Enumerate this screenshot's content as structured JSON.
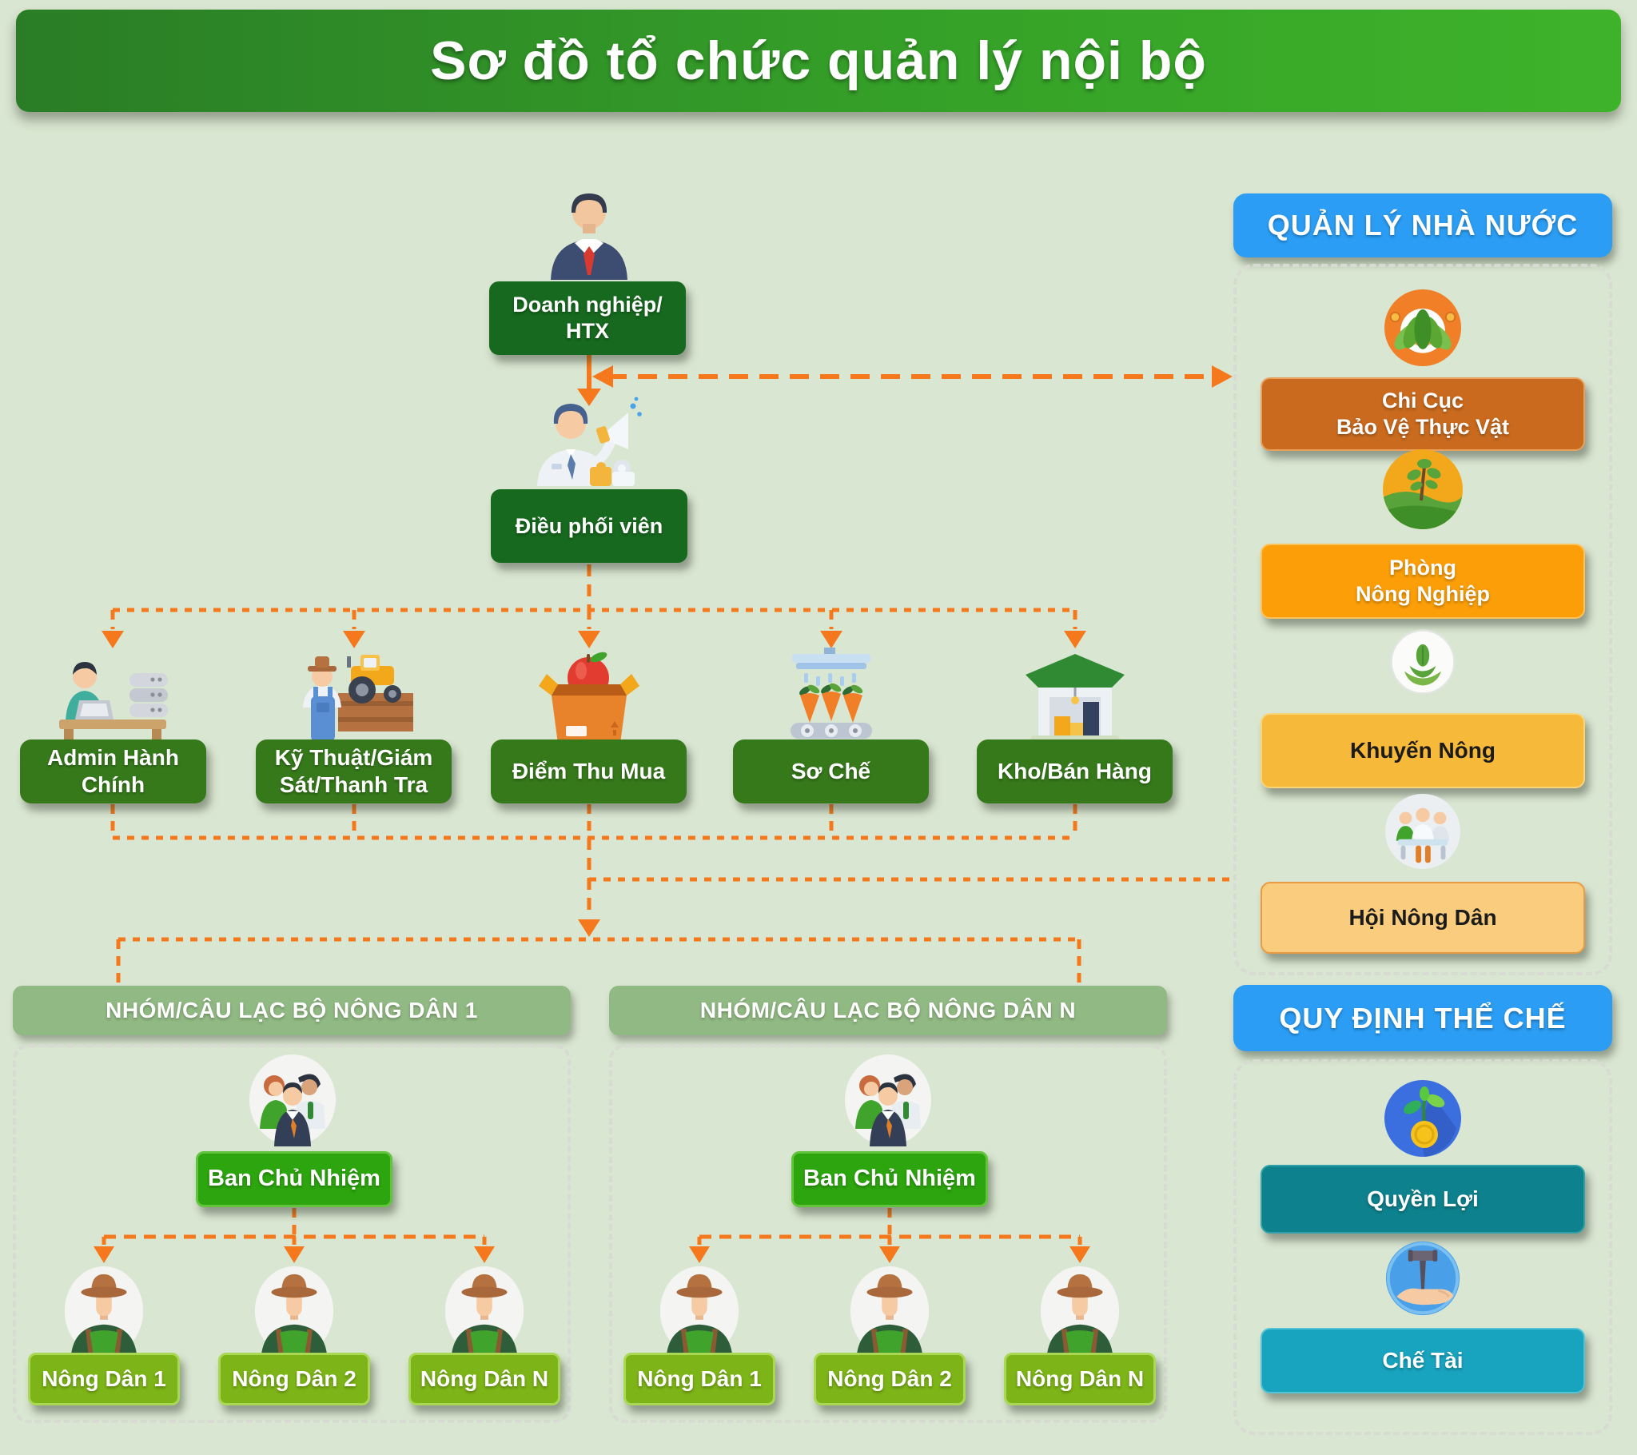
{
  "header": {
    "title": "Sơ đồ tổ chức quản lý nội bộ"
  },
  "flow": {
    "company": {
      "label": "Doanh nghiệp/\nHTX",
      "icon": "businessman-icon"
    },
    "coordinator": {
      "label": "Điều phối viên",
      "icon": "coordinator-icon"
    },
    "departments": [
      {
        "label": "Admin Hành\nChính",
        "icon": "admin-desk-icon"
      },
      {
        "label": "Kỹ Thuật/Giám\nSát/Thanh Tra",
        "icon": "tractor-farmer-icon"
      },
      {
        "label": "Điểm Thu Mua",
        "icon": "apple-box-icon"
      },
      {
        "label": "Sơ Chế",
        "icon": "washing-line-icon"
      },
      {
        "label": "Kho/Bán Hàng",
        "icon": "warehouse-icon"
      }
    ]
  },
  "groups": [
    {
      "title": "NHÓM/CÂU LẠC BỘ NÔNG DÂN 1",
      "board_label": "Ban Chủ Nhiệm",
      "board_icon": "team-icon",
      "farmer_icon": "farmer-icon",
      "farmers": [
        "Nông Dân 1",
        "Nông Dân 2",
        "Nông Dân N"
      ]
    },
    {
      "title": "NHÓM/CÂU LẠC BỘ NÔNG DÂN N",
      "board_label": "Ban Chủ Nhiệm",
      "board_icon": "team-icon",
      "farmer_icon": "farmer-icon",
      "farmers": [
        "Nông Dân 1",
        "Nông Dân 2",
        "Nông Dân N"
      ]
    }
  ],
  "side": {
    "state": {
      "title": "QUẢN LÝ NHÀ NƯỚC",
      "items": [
        {
          "label": "Chi Cục\nBảo Vệ Thực Vật",
          "icon": "plant-protection-icon"
        },
        {
          "label": "Phòng\nNông Nghiệp",
          "icon": "agriculture-field-icon"
        },
        {
          "label": "Khuyến Nông",
          "icon": "leaf-hands-icon"
        },
        {
          "label": "Hội Nông Dân",
          "icon": "farmers-meeting-icon"
        }
      ]
    },
    "rules": {
      "title": "QUY ĐỊNH THỂ CHẾ",
      "items": [
        {
          "label": "Quyền Lợi",
          "icon": "coin-plant-icon"
        },
        {
          "label": "Chế Tài",
          "icon": "gavel-hand-icon"
        }
      ]
    }
  },
  "colors": {
    "background": "#d9e6d1",
    "banner_gradient": [
      "#2a7d26",
      "#3eb32a"
    ],
    "dark_green_box": "#16691e",
    "mid_green_box": "#36791b",
    "board_green_box": "#2ca50e",
    "farmer_green_box": "#7db417",
    "group_header": "#91b983",
    "side_header_blue": "#2b9df4",
    "chicuc_orange": "#c96a1e",
    "phong_orange": "#fb9e08",
    "khuyen_amber": "#f6b93a",
    "hoi_light_amber": "#f9cd7d",
    "quyen_teal": "#0d818d",
    "che_cyan": "#18a3bf",
    "connector_orange": "#f5791c",
    "dashed_border": "#d8dbd2"
  }
}
